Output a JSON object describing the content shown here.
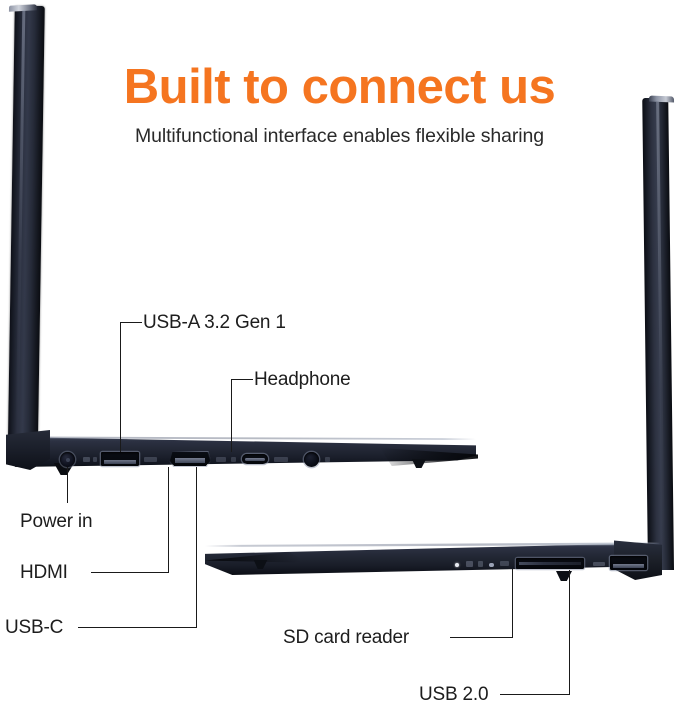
{
  "headline": {
    "title": "Built to connect us",
    "subtitle": "Multifunctional interface enables flexible sharing",
    "accent_color": "#F57520",
    "text_color": "#1d1d1d"
  },
  "device": {
    "body_color": "#252836",
    "lid_color": "#1b1f2a"
  },
  "callouts": {
    "usb_a": "USB-A 3.2 Gen 1",
    "headphone": "Headphone",
    "power_in": "Power in",
    "hdmi": "HDMI",
    "usb_c": "USB-C",
    "sd_card_reader": "SD card reader",
    "usb_2": "USB 2.0"
  },
  "ports": {
    "left_side": [
      {
        "name": "power-in-port",
        "label": "Power in",
        "shape": "round"
      },
      {
        "name": "usb-a-port",
        "label": "USB-A 3.2 Gen 1",
        "shape": "rectangle"
      },
      {
        "name": "hdmi-port",
        "label": "HDMI",
        "shape": "trapezoid"
      },
      {
        "name": "usb-c-port",
        "label": "USB-C",
        "shape": "pill"
      },
      {
        "name": "headphone-jack",
        "label": "Headphone",
        "shape": "round"
      }
    ],
    "right_side": [
      {
        "name": "sd-card-reader-slot",
        "label": "SD card reader",
        "shape": "slot"
      },
      {
        "name": "usb-2-port",
        "label": "USB 2.0",
        "shape": "rectangle"
      }
    ]
  }
}
